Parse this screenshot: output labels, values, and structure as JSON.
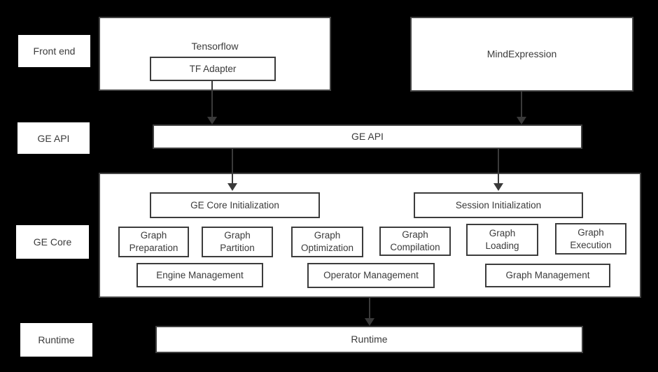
{
  "diagram": {
    "title": "GE (Graph Engine) architecture diagram",
    "colors": {
      "background": "#000000",
      "box_fill": "#ffffff",
      "box_border": "#404040",
      "text": "#3b3b3b",
      "arrow": "#3a3a3a"
    },
    "side_labels": [
      {
        "id": "front-end",
        "label": "Front end"
      },
      {
        "id": "ge-api",
        "label": "GE API"
      },
      {
        "id": "ge-core",
        "label": "GE Core"
      },
      {
        "id": "runtime",
        "label": "Runtime"
      }
    ],
    "nodes": {
      "tensorflow": {
        "label": "Tensorflow"
      },
      "tf_adapter": {
        "label": "TF Adapter"
      },
      "mind_expression": {
        "label": "MindExpression"
      },
      "ge_api_bar": {
        "label": "GE API"
      },
      "ge_core_init": {
        "label": "GE Core Initialization"
      },
      "session_init": {
        "label": "Session Initialization"
      },
      "graph_preparation": {
        "label": "Graph\nPreparation"
      },
      "graph_partition": {
        "label": "Graph\nPartition"
      },
      "graph_optimization": {
        "label": "Graph\nOptimization"
      },
      "graph_compilation": {
        "label": "Graph\nCompilation"
      },
      "graph_loading": {
        "label": "Graph\nLoading"
      },
      "graph_execution": {
        "label": "Graph\nExecution"
      },
      "engine_management": {
        "label": "Engine Management"
      },
      "operator_management": {
        "label": "Operator Management"
      },
      "graph_management": {
        "label": "Graph Management"
      },
      "runtime_bar": {
        "label": "Runtime"
      }
    },
    "edges": [
      {
        "from": "tf_adapter",
        "to": "ge_api_bar"
      },
      {
        "from": "mind_expression",
        "to": "ge_api_bar"
      },
      {
        "from": "ge_api_bar",
        "to": "ge_core_init"
      },
      {
        "from": "ge_api_bar",
        "to": "session_init"
      },
      {
        "from": "ge_core",
        "to": "runtime_bar"
      }
    ]
  }
}
